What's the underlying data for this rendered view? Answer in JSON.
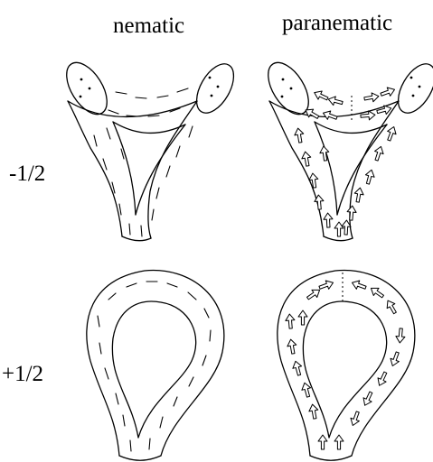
{
  "column_labels": {
    "left": "nematic",
    "right": "paranematic"
  },
  "row_labels": {
    "top": "-1/2",
    "bottom": "+1/2"
  }
}
